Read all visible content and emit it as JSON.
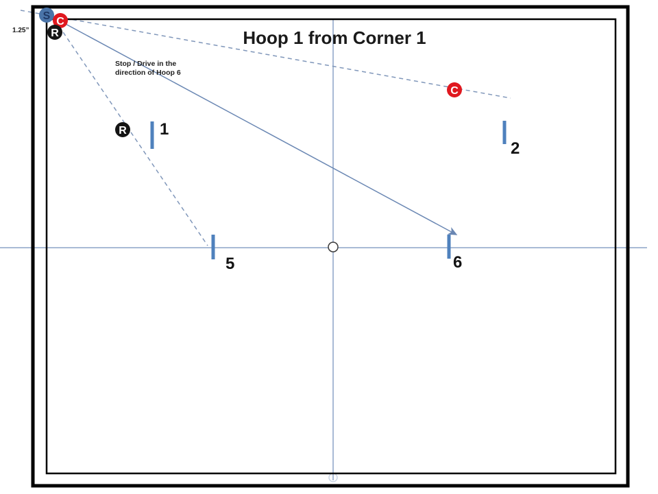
{
  "diagram": {
    "title": "Hoop 1 from Corner 1",
    "margin_label": "1.25”",
    "instruction_line1": "Stop / Drive in the",
    "instruction_line2": "direction of Hoop 6",
    "balls": {
      "striker": "S",
      "corner_c": "C",
      "corner_r": "R",
      "mid_r": "R",
      "right_c": "C"
    },
    "hoops": {
      "hoop1": "1",
      "hoop2": "2",
      "hoop5": "5",
      "hoop6": "6"
    },
    "colors": {
      "blue_ball": "#4a74a8",
      "red_ball": "#e0181f",
      "black_ball": "#141414",
      "hoop_bar": "#4f81bd",
      "solid_line": "#6a87b3",
      "dashed_line": "#8097ba",
      "center_line": "#8ba3c7",
      "border": "#000000",
      "peg_stroke": "#3a3a3a",
      "faint_circle": "#ccd6e6"
    }
  }
}
